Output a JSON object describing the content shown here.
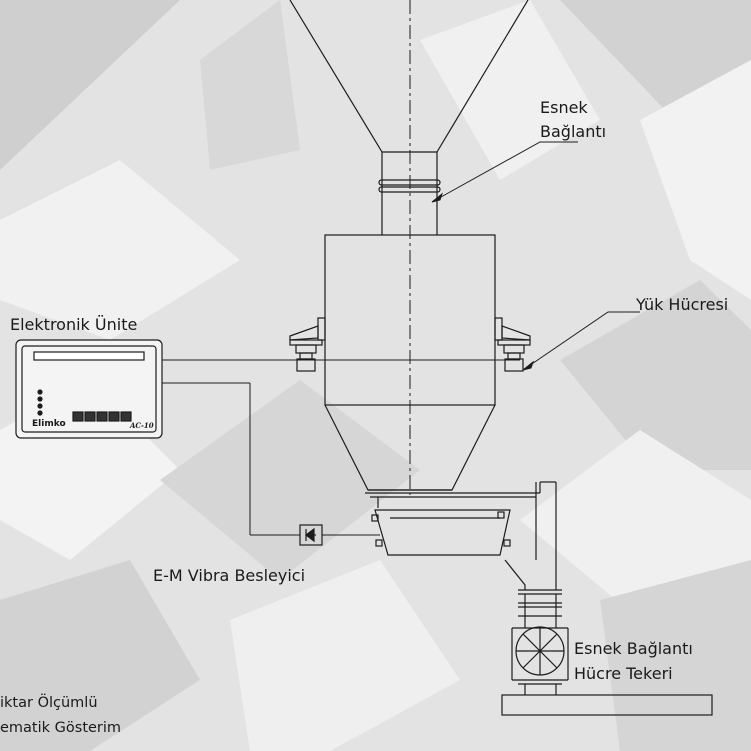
{
  "labels": {
    "esnek_baglanti_top_line1": "Esnek",
    "esnek_baglanti_top_line2": "Bağlantı",
    "yuk_hucresi": "Yük Hücresi",
    "elektronik_unite": "Elektronik Ünite",
    "em_vibra_besleyici": "E-M Vibra Besleyici",
    "esnek_baglanti_bottom": "Esnek Bağlantı",
    "hucre_tekeri": "Hücre Tekeri"
  },
  "device": {
    "brand": "Elimko",
    "model": "AC-10"
  },
  "caption": {
    "line1": "iktar Ölçümlü",
    "line2": "ematik Gösterim"
  }
}
